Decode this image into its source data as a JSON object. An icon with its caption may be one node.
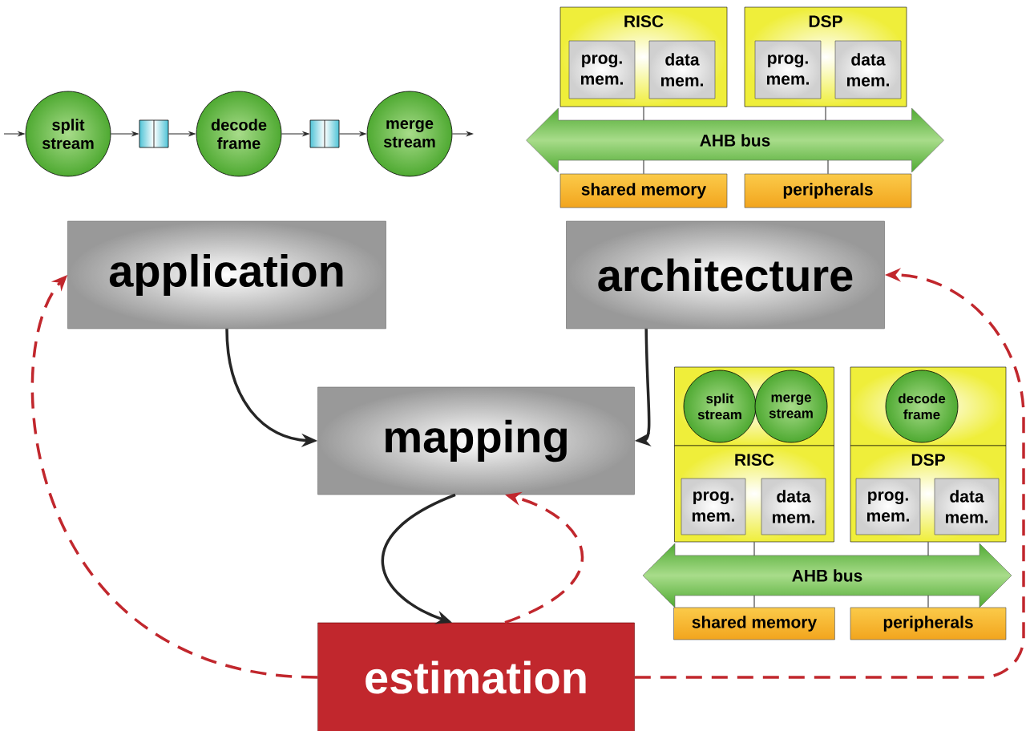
{
  "diagram": {
    "nodes": [
      {
        "text": [
          "split stream"
        ]
      },
      {
        "text": [],
        "shape": "box"
      },
      {
        "text": [
          "decode frame"
        ]
      },
      {
        "text": [],
        "shape": "box"
      },
      {
        "text": [
          "merge stream"
        ]
      },
      {
        "text": [
          "RISC"
        ]
      },
      {
        "text": [
          "prog. mem."
        ],
        "in": 5
      },
      {
        "text": [
          "data mem."
        ],
        "in": 5
      },
      {
        "text": [
          "DSP"
        ]
      },
      {
        "text": [
          "prog. mem."
        ],
        "in": 8
      },
      {
        "text": [
          "data mem."
        ],
        "in": 8
      },
      {
        "text": [
          "AHB bus"
        ]
      },
      {
        "text": [
          "shared memory"
        ]
      },
      {
        "text": [
          "peripherals"
        ]
      },
      {
        "text": [
          "application"
        ]
      },
      {
        "text": [
          "architecture"
        ]
      },
      {
        "text": [
          "mapping"
        ]
      },
      {
        "text": [
          "estimation"
        ]
      },
      {
        "text": [],
        "shape": "box"
      },
      {
        "text": [
          "split stream"
        ],
        "in": 18
      },
      {
        "text": [
          "merge stream"
        ],
        "in": 18
      },
      {
        "text": [
          "RISC"
        ]
      },
      {
        "text": [
          "prog. mem."
        ],
        "in": 21
      },
      {
        "text": [
          "data mem."
        ],
        "in": 21
      },
      {
        "text": [],
        "shape": "box"
      },
      {
        "text": [
          "decode frame"
        ],
        "in": 24
      },
      {
        "text": [
          "DSP"
        ]
      },
      {
        "text": [
          "prog. mem."
        ],
        "in": 26
      },
      {
        "text": [
          "data mem."
        ],
        "in": 26
      },
      {
        "text": [
          "AHB bus"
        ]
      },
      {
        "text": [
          "shared memory"
        ]
      },
      {
        "text": [
          "peripherals"
        ]
      }
    ],
    "edges": [
      {
        "from": null,
        "to": 0,
        "arrow": "to"
      },
      {
        "from": 0,
        "to": 1,
        "arrow": "to"
      },
      {
        "from": 1,
        "to": 2,
        "arrow": "to"
      },
      {
        "from": 2,
        "to": 3,
        "arrow": "to"
      },
      {
        "from": 3,
        "to": 4,
        "arrow": "to"
      },
      {
        "from": 4,
        "to": null,
        "arrow": "to"
      },
      {
        "from": 5,
        "to": 11,
        "arrow": "none"
      },
      {
        "from": 8,
        "to": 11,
        "arrow": "none"
      },
      {
        "from": 11,
        "to": 12,
        "arrow": "none"
      },
      {
        "from": 11,
        "to": 13,
        "arrow": "none"
      },
      {
        "from": 14,
        "to": 16,
        "arrow": "to",
        "style": "thick"
      },
      {
        "from": 15,
        "to": 16,
        "arrow": "to",
        "style": "thick"
      },
      {
        "from": 16,
        "to": 17,
        "arrow": "to",
        "style": "thick"
      },
      {
        "from": 17,
        "to": 16,
        "arrow": "to",
        "style": "dashed",
        "color": "#c1272d"
      },
      {
        "from": 17,
        "to": 14,
        "arrow": "to",
        "style": "dashed",
        "color": "#c1272d"
      },
      {
        "from": 17,
        "to": 15,
        "arrow": "to",
        "style": "dashed",
        "color": "#c1272d"
      },
      {
        "from": 21,
        "to": 29,
        "arrow": "none"
      },
      {
        "from": 26,
        "to": 29,
        "arrow": "none"
      },
      {
        "from": 29,
        "to": 30,
        "arrow": "none"
      },
      {
        "from": 29,
        "to": 31,
        "arrow": "none"
      }
    ]
  }
}
